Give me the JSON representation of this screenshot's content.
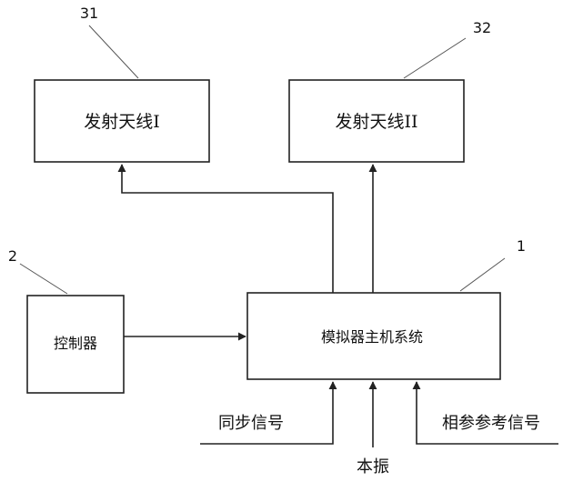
{
  "boxes": {
    "antenna_1": "发射天线I",
    "antenna_2": "发射天线II",
    "controller": "控制器",
    "host_system": "模拟器主机系统"
  },
  "reference_numerals": {
    "antenna_1": "31",
    "antenna_2": "32",
    "controller": "2",
    "host_system": "1"
  },
  "inputs": {
    "sync_signal": "同步信号",
    "local_oscillator": "本振",
    "phase_reference_signal": "相参参考信号"
  }
}
